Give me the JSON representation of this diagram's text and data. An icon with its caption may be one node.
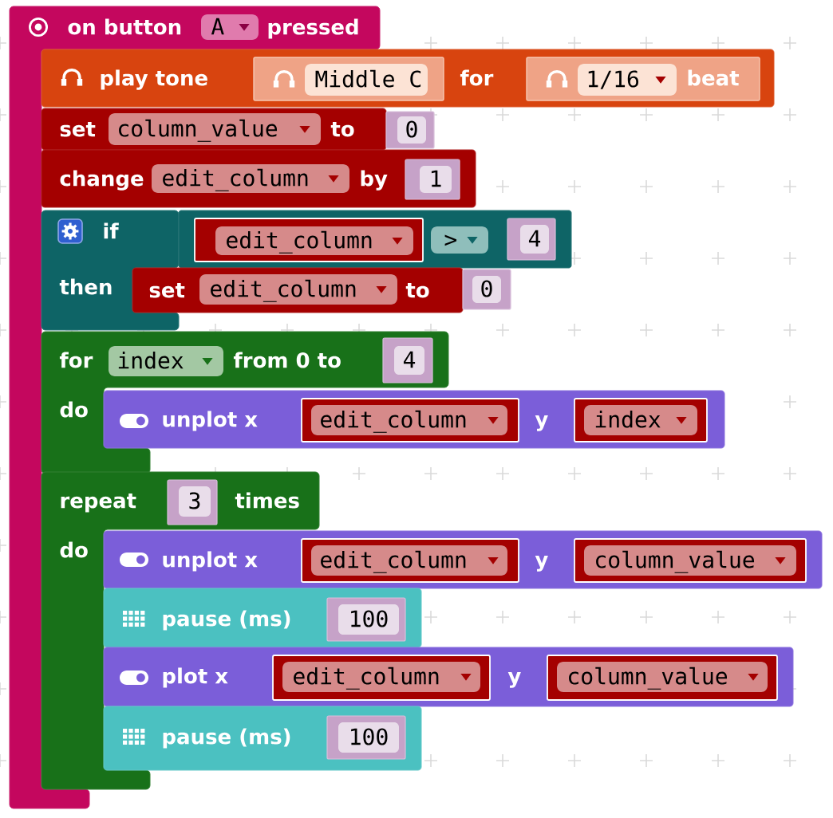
{
  "diagram": {
    "nodes": [
      {
        "text": [
          "on button",
          "pressed"
        ]
      },
      {
        "text": [
          "A"
        ],
        "in": 0
      },
      {
        "text": [
          "play tone",
          "for"
        ]
      },
      {
        "text": [
          "Middle C"
        ],
        "in": 2
      },
      {
        "text": [
          "beat"
        ],
        "in": 2
      },
      {
        "text": [
          "1/16"
        ],
        "in": 4
      },
      {
        "text": [
          "set",
          "to"
        ]
      },
      {
        "text": [
          "column_value"
        ],
        "in": 6
      },
      {
        "text": [
          "0"
        ]
      },
      {
        "text": [
          "change",
          "by"
        ]
      },
      {
        "text": [
          "edit_column"
        ],
        "in": 9
      },
      {
        "text": [
          "1"
        ],
        "in": 9
      },
      {
        "text": [
          "if",
          "then"
        ]
      },
      {
        "text": [],
        "shape": "box"
      },
      {
        "text": [
          "edit_column"
        ],
        "in": 13
      },
      {
        "text": [
          ">"
        ],
        "in": 13
      },
      {
        "text": [
          "4"
        ],
        "in": 13
      },
      {
        "text": [
          "set",
          "to"
        ]
      },
      {
        "text": [
          "edit_column"
        ],
        "in": 17
      },
      {
        "text": [
          "0"
        ]
      },
      {
        "text": [
          "for",
          "from 0 to",
          "do"
        ]
      },
      {
        "text": [
          "index"
        ],
        "in": 20
      },
      {
        "text": [
          "4"
        ],
        "in": 20
      },
      {
        "text": [
          "unplot x",
          "y"
        ]
      },
      {
        "text": [
          "edit_column"
        ],
        "in": 23
      },
      {
        "text": [
          "index"
        ],
        "in": 23
      },
      {
        "text": [
          "repeat",
          "times",
          "do"
        ]
      },
      {
        "text": [
          "3"
        ],
        "in": 26
      },
      {
        "text": [
          "unplot x",
          "y"
        ]
      },
      {
        "text": [
          "edit_column"
        ],
        "in": 28
      },
      {
        "text": [
          "column_value"
        ],
        "in": 28
      },
      {
        "text": [
          "pause (ms)"
        ]
      },
      {
        "text": [
          "100"
        ],
        "in": 31
      },
      {
        "text": [
          "plot x",
          "y"
        ]
      },
      {
        "text": [
          "edit_column"
        ],
        "in": 33
      },
      {
        "text": [
          "column_value"
        ],
        "in": 33
      },
      {
        "text": [
          "pause (ms)"
        ]
      },
      {
        "text": [
          "100"
        ],
        "in": 36
      }
    ]
  }
}
